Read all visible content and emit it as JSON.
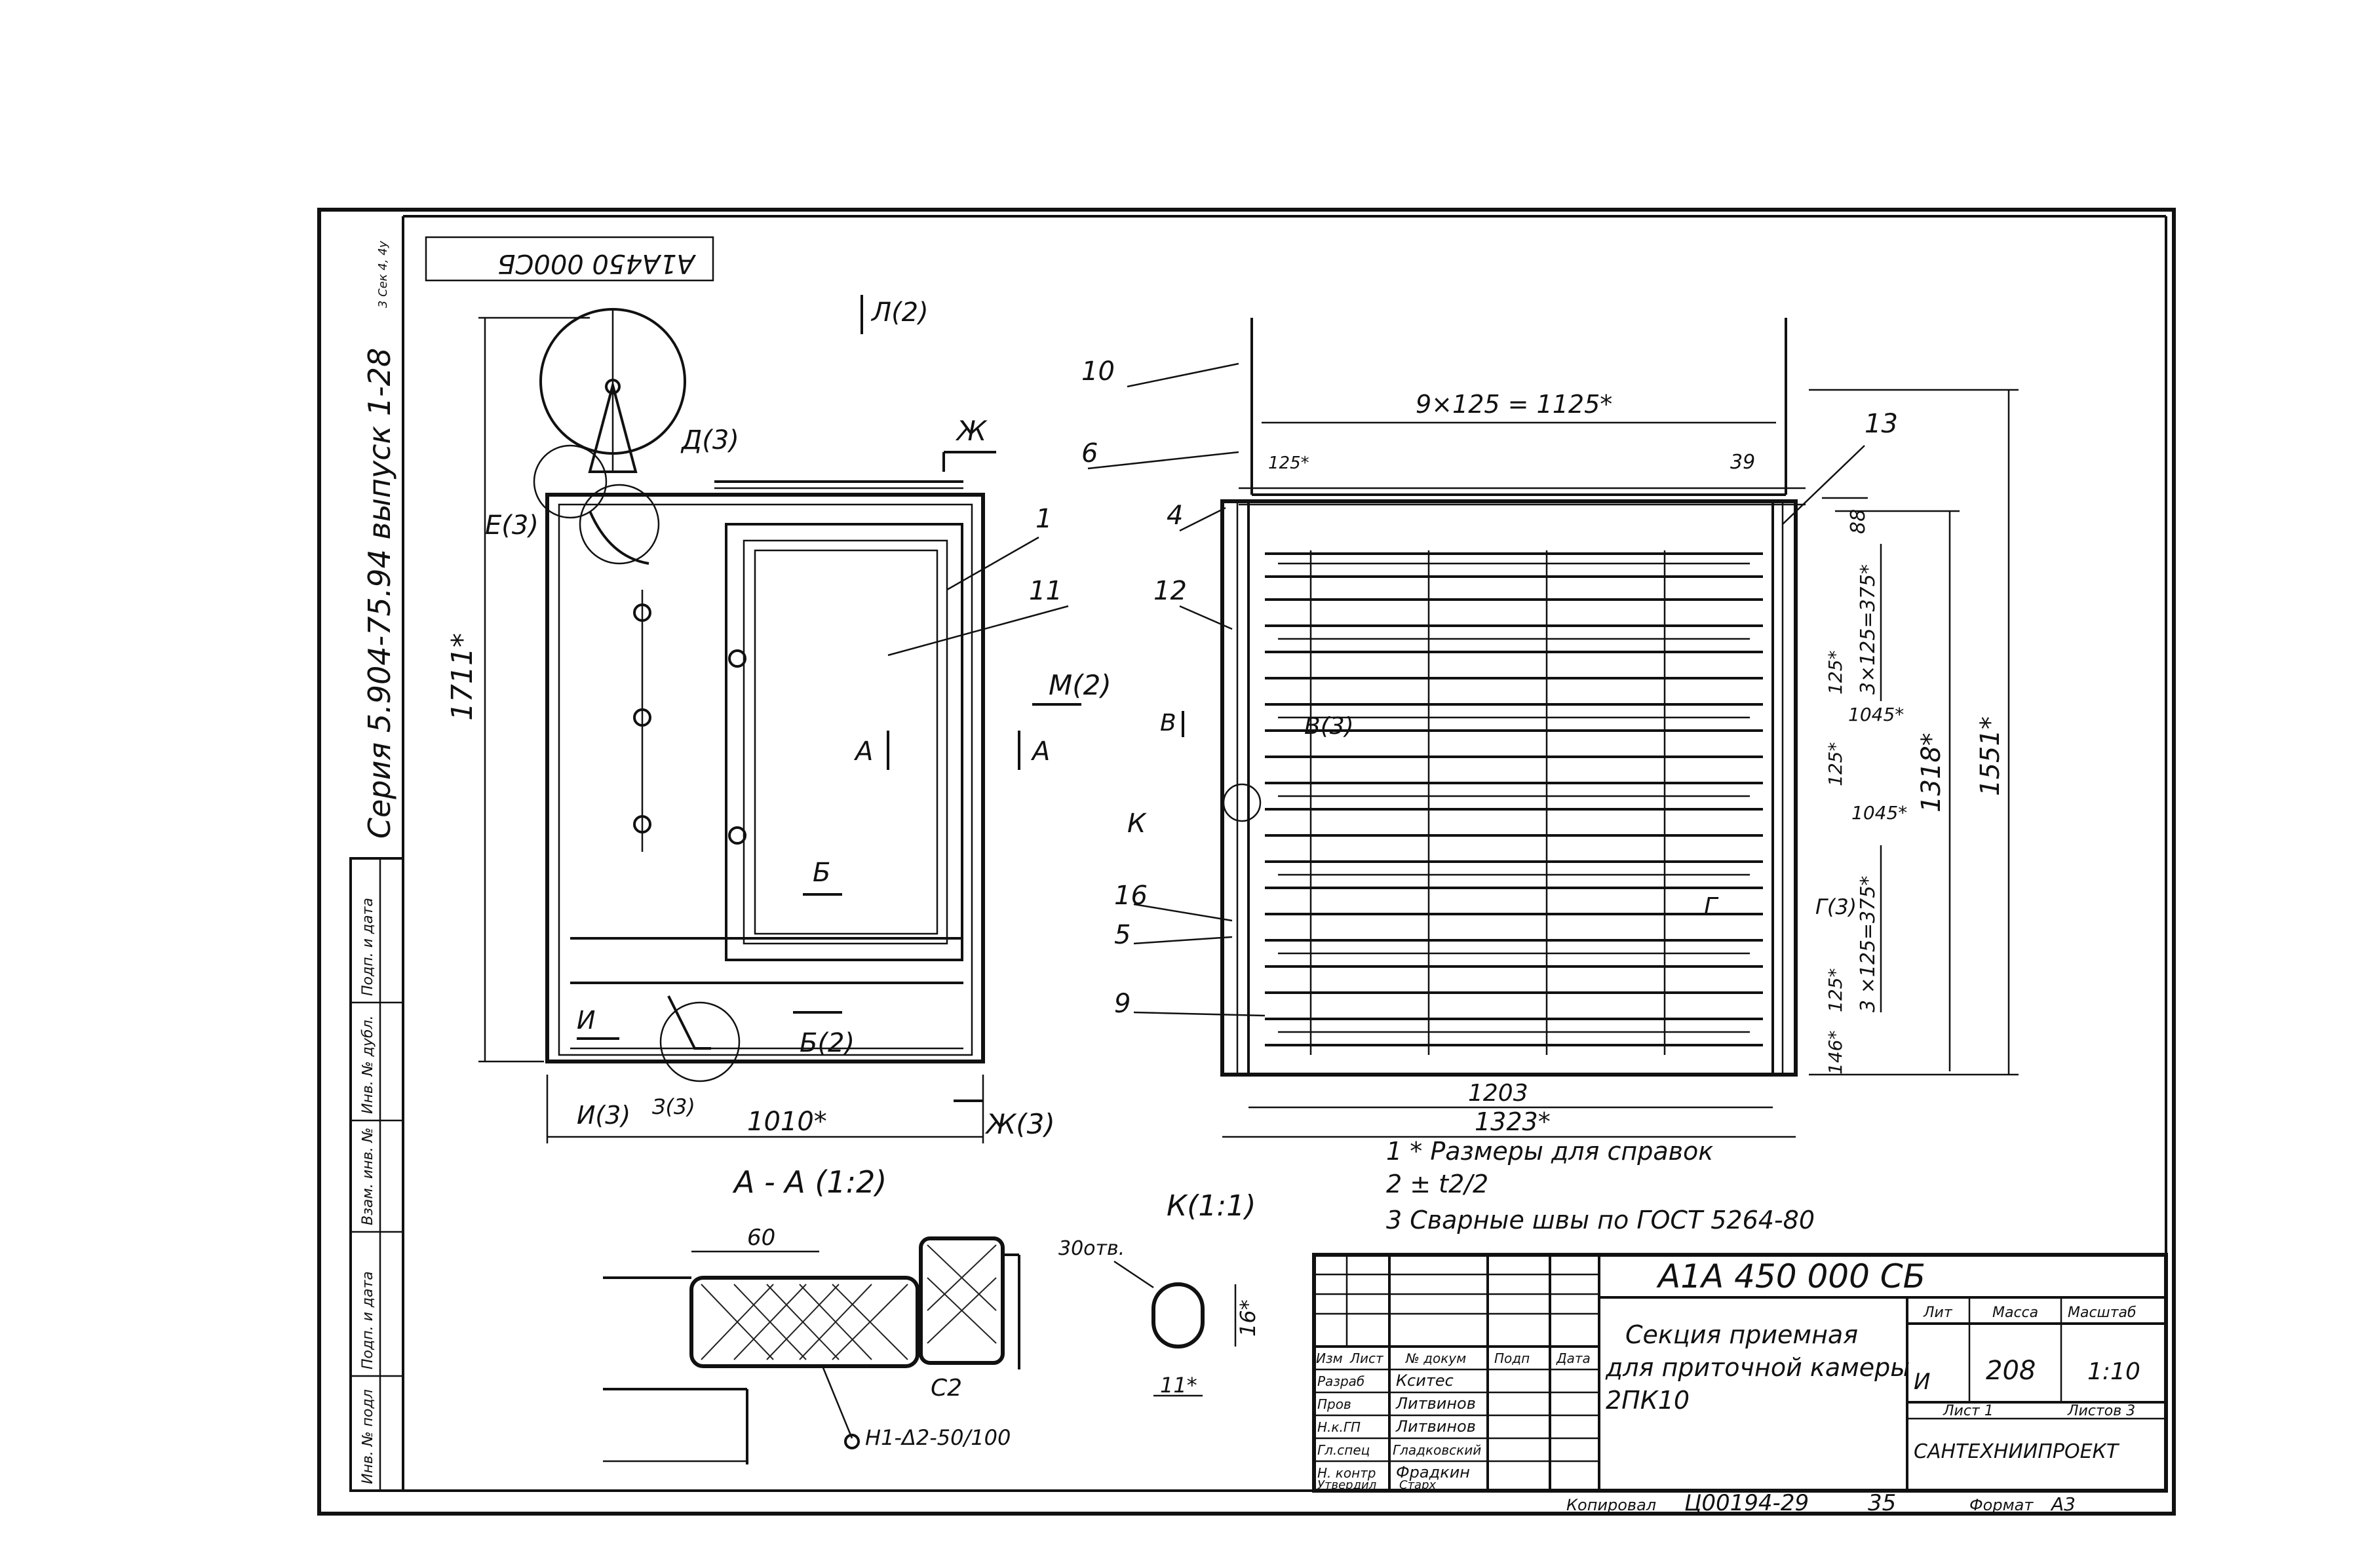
{
  "side_strip": {
    "doc_code_rotated": "А1А450 000СБ",
    "series_text": "Серия 5.904-75.94 выпуск 1-28",
    "corner_note": "3 Сек 4, 4у",
    "fields": [
      "Инв. № подл",
      "Подп. и дата",
      "Взам. инв. №",
      "Инв. № дубл.",
      "Подп. и дата"
    ]
  },
  "left_view": {
    "label_L": "Л(2)",
    "label_D": "Д(3)",
    "label_E": "Е(3)",
    "label_Zh": "Ж",
    "label_Zh3": "Ж(3)",
    "label_M": "М(2)",
    "label_A1": "А",
    "label_A2": "А",
    "label_B": "Б",
    "label_B2": "Б(2)",
    "label_I": "И",
    "label_I3": "И(3)",
    "label_Z3": "З(3)",
    "dim_height": "1711*",
    "dim_width": "1010*",
    "leader_1": "1",
    "leader_11": "11"
  },
  "right_view": {
    "dim_top": "9×125 = 1125*",
    "dim_125": "125*",
    "dim_39": "39",
    "dim_88": "88",
    "dim_3x125_top": "3×125=375*",
    "dim_125_a": "125*",
    "dim_1045_a": "1045*",
    "dim_125_b": "125*",
    "dim_1045_b": "1045*",
    "dim_3x125_bot": "3 ×125=375*",
    "dim_125_c": "125*",
    "dim_146": "146*",
    "dim_1318": "1318*",
    "dim_1551": "1551*",
    "dim_1203": "1203",
    "dim_1323": "1323*",
    "label_V": "В",
    "label_V3": "В(3)",
    "label_K": "К",
    "label_G": "Г",
    "label_G3": "Г(3)",
    "leaders": [
      "10",
      "6",
      "4",
      "12",
      "16",
      "5",
      "9",
      "13"
    ]
  },
  "section_view": {
    "title": "А - А (1:2)",
    "dim_60": "60",
    "label_C2": "С2",
    "weld_note": "Н1-Δ2-50/100"
  },
  "detail_k": {
    "title": "К(1:1)",
    "holes": "30отв.",
    "dim_16": "16*",
    "dim_11": "11*"
  },
  "notes": [
    "1 * Размеры для справок",
    "2 ± t2/2",
    "3 Сварные швы по ГОСТ 5264-80"
  ],
  "title_block": {
    "doc_code": "А1А 450 000 СБ",
    "name_line1": "Секция приемная",
    "name_line2": "для приточной камеры",
    "name_line3": "2ПК10",
    "col_headers": [
      "Изм",
      "Лист",
      "№ докум",
      "Подп",
      "Дата"
    ],
    "roles": [
      "Разраб",
      "Пров",
      "Н.к.ГП",
      "Гл.спец",
      "Н. контр",
      "Утвердил"
    ],
    "signatures": [
      "Кситес",
      "Литвинов",
      "Литвинов",
      "Гладковский",
      "Фрадкин",
      "Старх"
    ],
    "lit_header": "Лит",
    "mass_header": "Масса",
    "scale_header": "Масштаб",
    "lit_value": "И",
    "mass_value": "208",
    "scale_value": "1:10",
    "sheet_label": "Лист 1",
    "sheets_label": "Листов 3",
    "org": "САНТЕХНИИПРОЕКТ"
  },
  "footer": {
    "copied": "Копировал",
    "number": "Ц00194-29",
    "page": "35",
    "format_label": "Формат",
    "format_value": "А3"
  }
}
